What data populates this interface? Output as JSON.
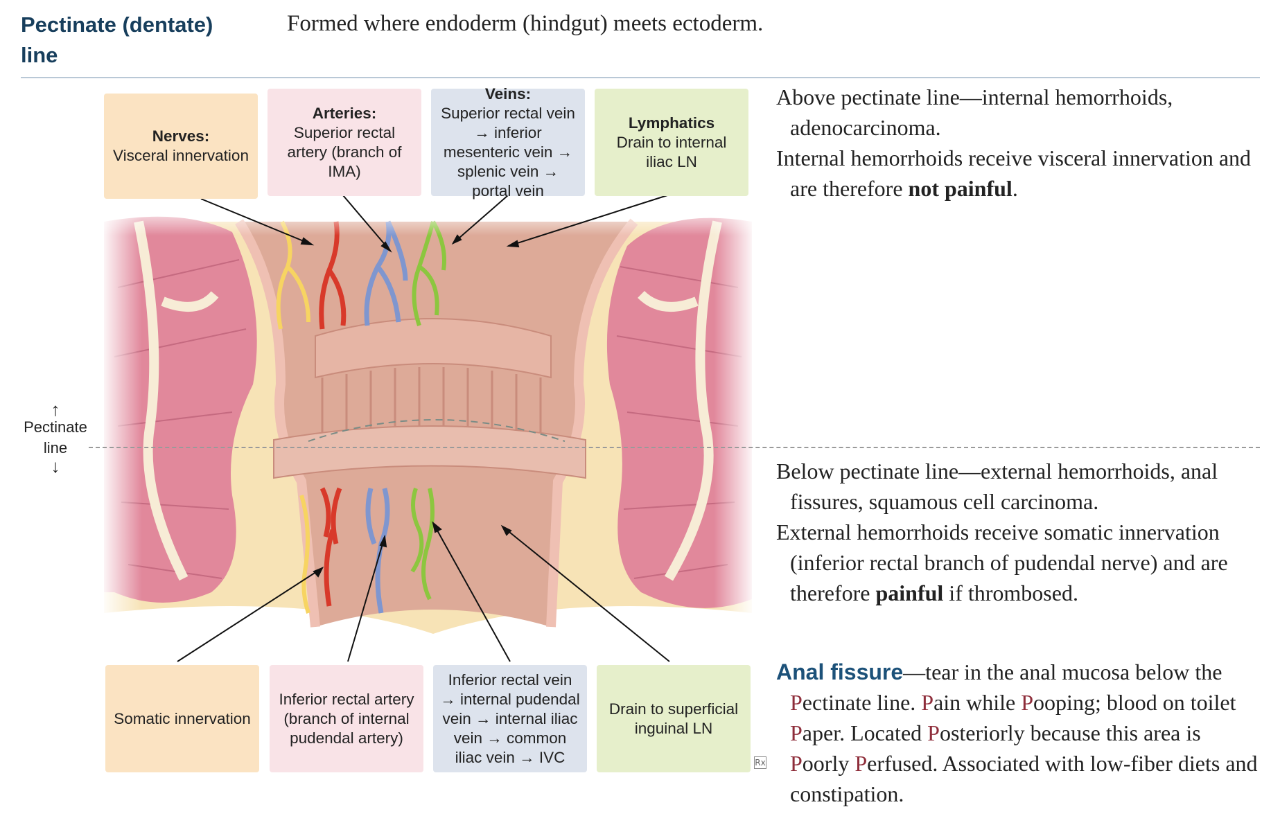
{
  "header": {
    "title": "Pectinate (dentate) line",
    "subtitle": "Formed where endoderm (hindgut) meets ectoderm."
  },
  "upper_boxes": {
    "nerves": {
      "title": "Nerves:",
      "text": "Visceral innervation"
    },
    "arteries": {
      "title": "Arteries:",
      "text": "Superior rectal artery (branch of IMA)"
    },
    "veins": {
      "title": "Veins:",
      "text": "Superior rectal vein → inferior mesenteric vein → splenic vein → portal vein"
    },
    "lymphatics": {
      "title": "Lymphatics",
      "text": "Drain to internal iliac LN"
    }
  },
  "lower_boxes": {
    "nerves": {
      "text": "Somatic innervation"
    },
    "arteries": {
      "text": "Inferior rectal artery (branch of internal pudendal artery)"
    },
    "veins": {
      "text": "Inferior rectal vein → internal pudendal vein → internal iliac vein → common iliac vein → IVC"
    },
    "lymphatics": {
      "text": "Drain to superficial inguinal LN"
    }
  },
  "pectinate_label": {
    "line1": "Pectinate",
    "line2": "line"
  },
  "above": {
    "p1": "Above pectinate line—internal hemorrhoids, adenocarcinoma.",
    "p2_a": "Internal hemorrhoids receive visceral innervation and are therefore ",
    "p2_b": "not painful",
    "p2_c": "."
  },
  "below": {
    "p1": "Below pectinate line—external hemorrhoids, anal fissures, squamous cell carcinoma.",
    "p2_a": "External hemorrhoids receive somatic innervation (inferior rectal branch of pudendal nerve) and are therefore ",
    "p2_b": "painful",
    "p2_c": " if thrombosed."
  },
  "fissure": {
    "term": "Anal fissure",
    "t1": "—tear in the anal mucosa below the ",
    "P1": "P",
    "t2": "ectinate line. ",
    "P2": "P",
    "t3": "ain while ",
    "P3": "P",
    "t4": "ooping; blood on toilet ",
    "P4": "P",
    "t5": "aper. Located ",
    "P5": "P",
    "t6": "osteriorly because this area is ",
    "P6": "P",
    "t7": "oorly ",
    "P7": "P",
    "t8": "erfused. Associated with low-fiber diets and constipation."
  },
  "logo": "Rx",
  "colors": {
    "header_blue": "#173e5c",
    "fissure_blue": "#1c5179",
    "highlight_red": "#8e2d3a",
    "nerve_yellow": "#f7d462",
    "artery_red": "#d8392a",
    "vein_blue": "#7f96cf",
    "lymph_green": "#8cc63f"
  }
}
